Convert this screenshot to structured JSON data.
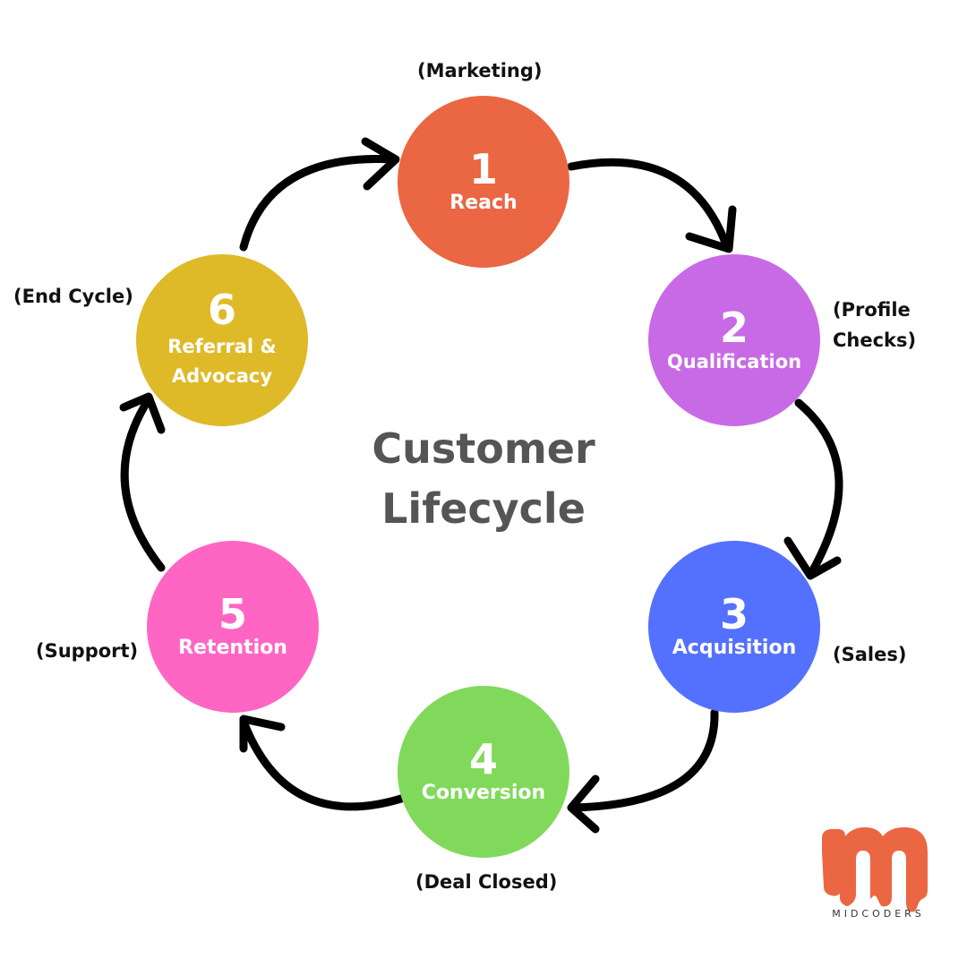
{
  "diagram": {
    "title": [
      "Customer",
      "Lifecycle"
    ],
    "stages": [
      {
        "number": "1",
        "name": "Reach",
        "note": "(Marketing)",
        "color": "#EB6642"
      },
      {
        "number": "2",
        "name": "Qualification",
        "note": "(Profile\nChecks)",
        "color": "#C86AE6"
      },
      {
        "number": "3",
        "name": "Acquisition",
        "note": "(Sales)",
        "color": "#5470FF"
      },
      {
        "number": "4",
        "name": "Conversion",
        "note": "(Deal Closed)",
        "color": "#80D95B"
      },
      {
        "number": "5",
        "name": "Retention",
        "note": "(Support)",
        "color": "#FF66C4"
      },
      {
        "number": "6",
        "name": "Referral &\nAdvocacy",
        "note": "(End Cycle)",
        "color": "#DEBA28"
      }
    ],
    "arrow_color": "#000000"
  },
  "brand": {
    "name": "MIDCODERS",
    "logo_mark": "m",
    "color": "#EB6642"
  }
}
